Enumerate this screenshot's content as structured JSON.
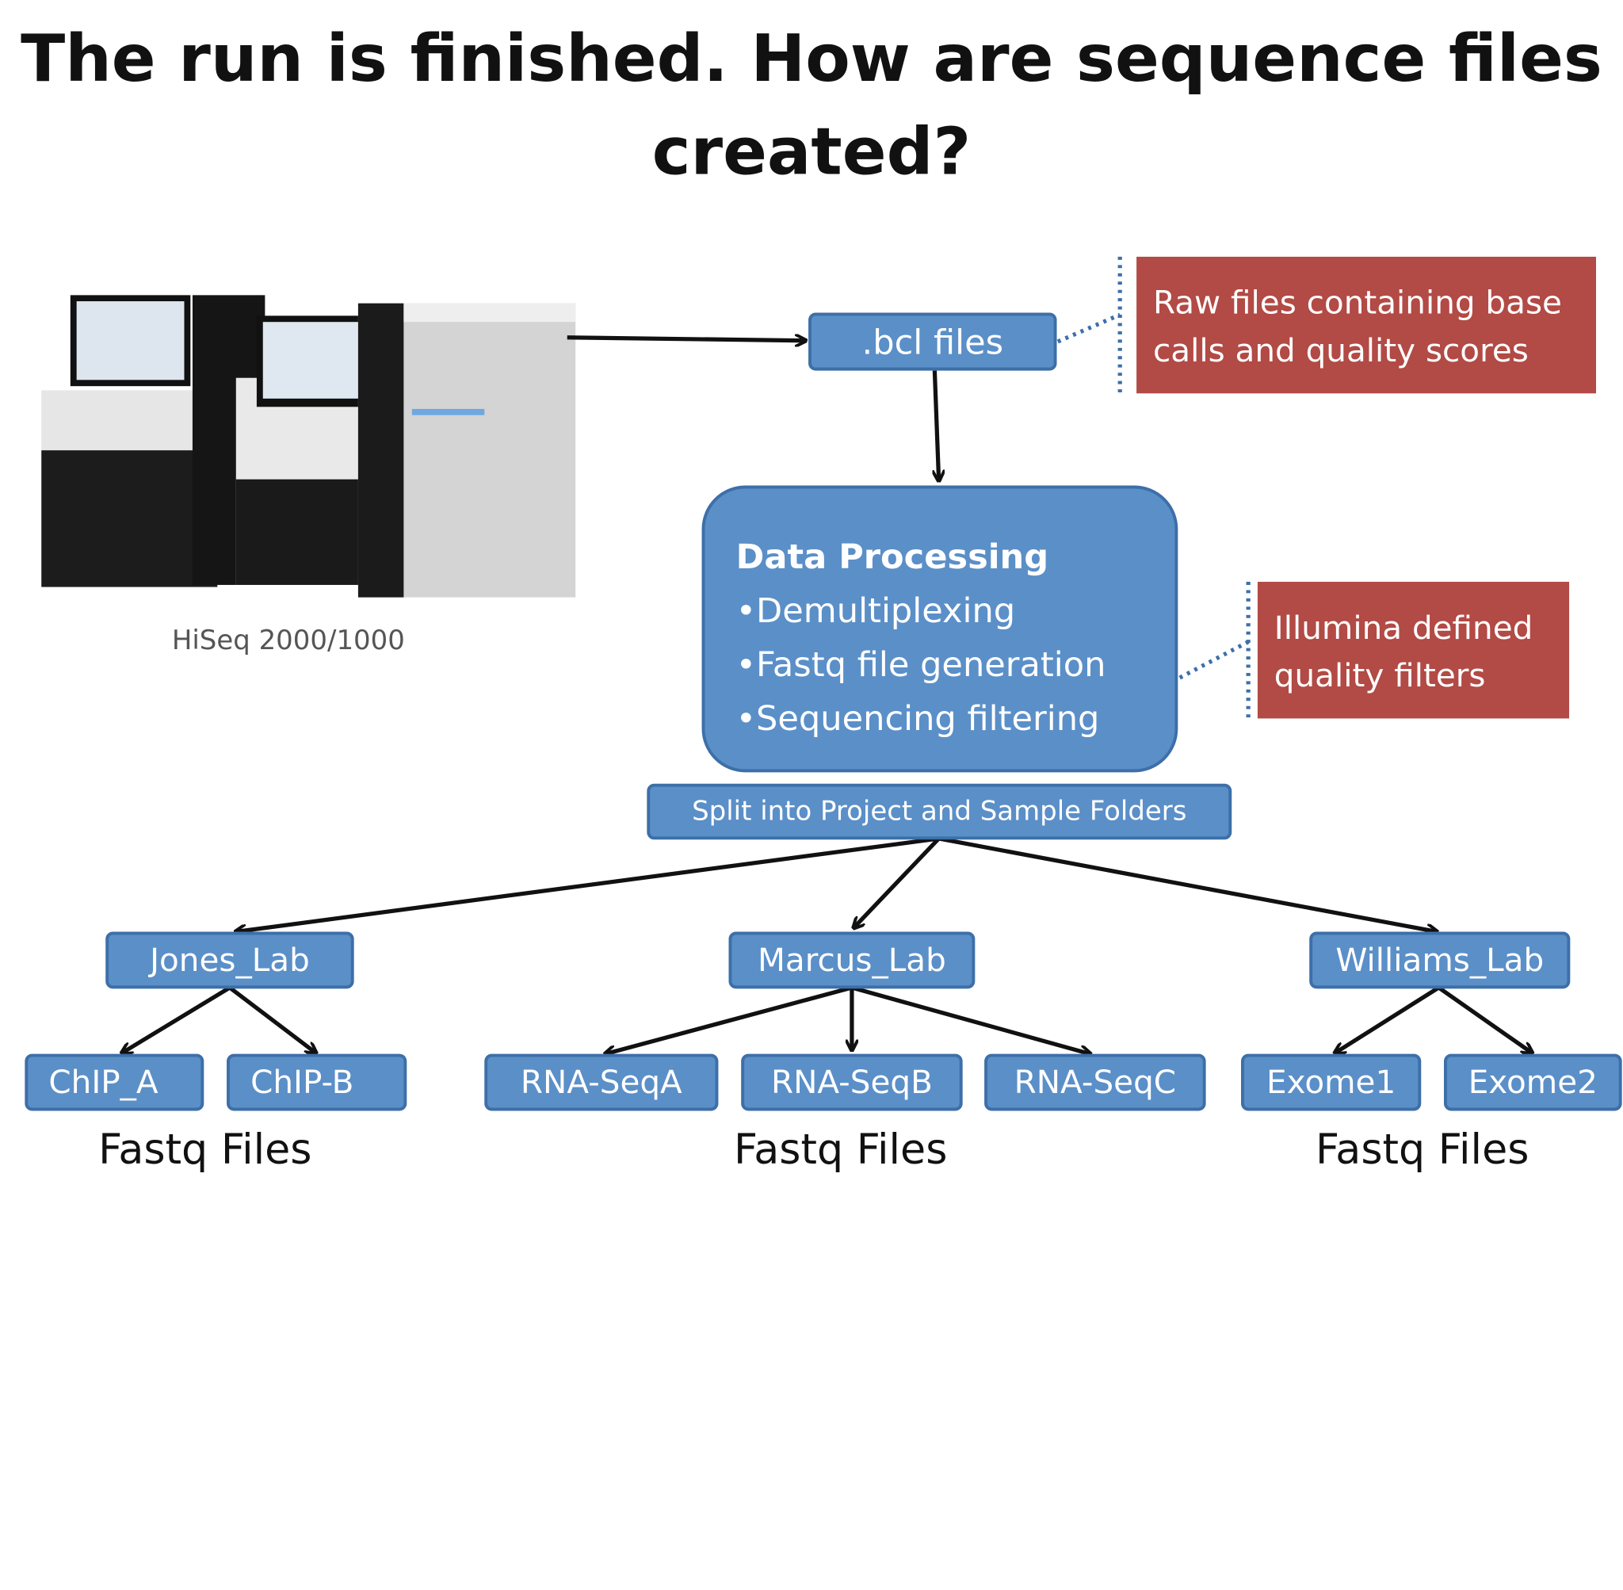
{
  "title": "The run is finished. How are sequence files created?",
  "instrument": {
    "label": "HiSeq 2000/1000"
  },
  "bcl": {
    "label": ".bcl files"
  },
  "bcl_note": {
    "line1": "Raw files containing base",
    "line2": "calls and quality scores"
  },
  "processing": {
    "heading": "Data Processing",
    "items": [
      "•Demultiplexing",
      "•Fastq file generation",
      "•Sequencing filtering"
    ]
  },
  "filter_note": {
    "line1": "Illumina defined",
    "line2": "quality filters"
  },
  "split": {
    "label": "Split into Project and Sample Folders"
  },
  "labs": [
    {
      "name": "Jones_Lab",
      "samples": [
        "ChIP_A",
        "ChIP-B"
      ],
      "files_label": "Fastq Files"
    },
    {
      "name": "Marcus_Lab",
      "samples": [
        "RNA-SeqA",
        "RNA-SeqB",
        "RNA-SeqC"
      ],
      "files_label": "Fastq Files"
    },
    {
      "name": "Williams_Lab",
      "samples": [
        "Exome1",
        "Exome2"
      ],
      "files_label": "Fastq Files"
    }
  ],
  "colors": {
    "box_fill": "#5b8fc8",
    "box_border": "#3d6fa8",
    "note_fill": "#b24a45"
  }
}
